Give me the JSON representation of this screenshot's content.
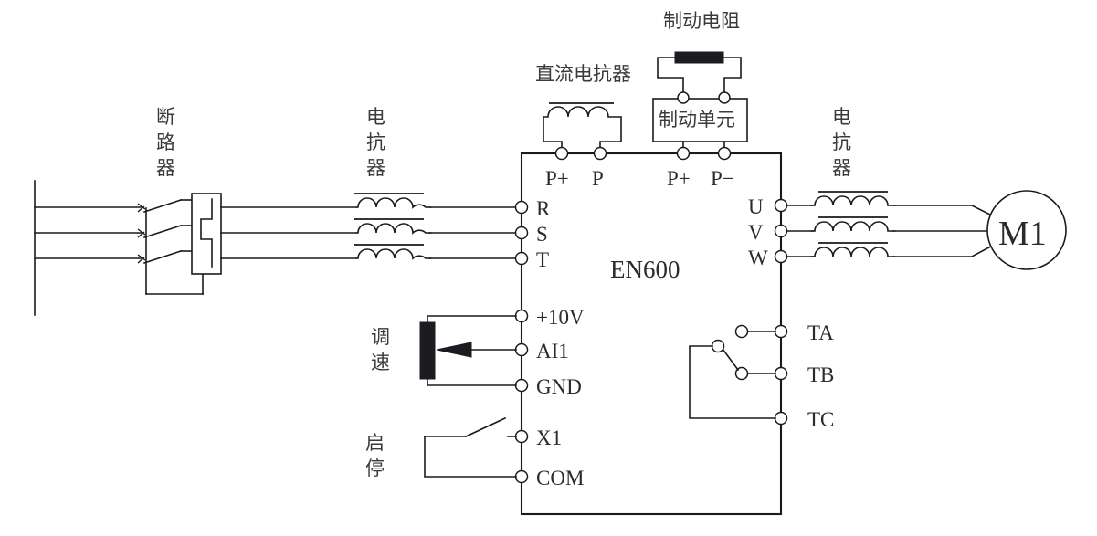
{
  "diagram": {
    "title_model": "EN600",
    "motor_label": "M1",
    "labels": {
      "breaker": "断路器",
      "input_reactor": "电抗器",
      "dc_reactor": "直流电抗器",
      "braking_resistor": "制动电阻",
      "braking_unit": "制动单元",
      "output_reactor": "电抗器",
      "speed_adjust": "调速",
      "start_stop": "启停"
    },
    "dc_terminals": [
      {
        "id": "p-plus-dc",
        "label": "P+"
      },
      {
        "id": "p-dc",
        "label": "P"
      },
      {
        "id": "p-plus-brake",
        "label": "P+"
      },
      {
        "id": "p-minus-brake",
        "label": "P−"
      }
    ],
    "input_terminals": [
      {
        "id": "r",
        "label": "R"
      },
      {
        "id": "s",
        "label": "S"
      },
      {
        "id": "t",
        "label": "T"
      }
    ],
    "output_terminals": [
      {
        "id": "u",
        "label": "U"
      },
      {
        "id": "v",
        "label": "V"
      },
      {
        "id": "w",
        "label": "W"
      }
    ],
    "control_terminals": [
      {
        "id": "plus10v",
        "label": "+10V"
      },
      {
        "id": "ai1",
        "label": "AI1"
      },
      {
        "id": "gnd",
        "label": "GND"
      },
      {
        "id": "x1",
        "label": "X1"
      },
      {
        "id": "com",
        "label": "COM"
      }
    ],
    "relay_terminals": [
      {
        "id": "ta",
        "label": "TA"
      },
      {
        "id": "tb",
        "label": "TB"
      },
      {
        "id": "tc",
        "label": "TC"
      }
    ],
    "colors": {
      "line": "#1a1a1a",
      "text": "#333333",
      "fill_black": "#1b1b22",
      "background": "#ffffff"
    }
  }
}
